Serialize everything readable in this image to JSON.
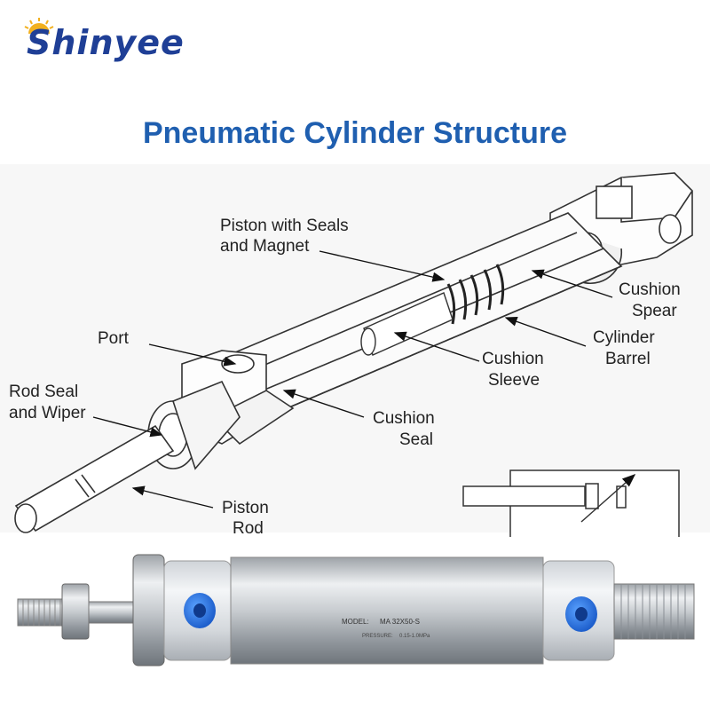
{
  "brand": {
    "name": "SHINYEE",
    "logo_text": "Shinyee",
    "colors": {
      "brand_blue": "#1f3f96",
      "title_blue": "#1f5fb0",
      "sun_yellow": "#f2b01e",
      "port_blue": "#1e6fe0"
    }
  },
  "title": "Pneumatic Cylinder Structure",
  "labels": {
    "piston_line1": "Piston with Seals",
    "piston_line2": "and Magnet",
    "cushion_spear_line1": "Cushion",
    "cushion_spear_line2": "Spear",
    "port": "Port",
    "cylinder_barrel_line1": "Cylinder",
    "cylinder_barrel_line2": "Barrel",
    "cushion_sleeve_line1": "Cushion",
    "cushion_sleeve_line2": "Sleeve",
    "rod_seal_line1": "Rod Seal",
    "rod_seal_line2": "and Wiper",
    "cushion_seal_line1": "Cushion",
    "cushion_seal_line2": "Seal",
    "piston_rod_line1": "Piston",
    "piston_rod_line2": "Rod"
  },
  "product_label": {
    "model_prefix": "MODEL:",
    "model": "MA 32X50-S",
    "pressure_prefix": "PRESSURE:",
    "pressure": "0.15-1.0MPa"
  }
}
